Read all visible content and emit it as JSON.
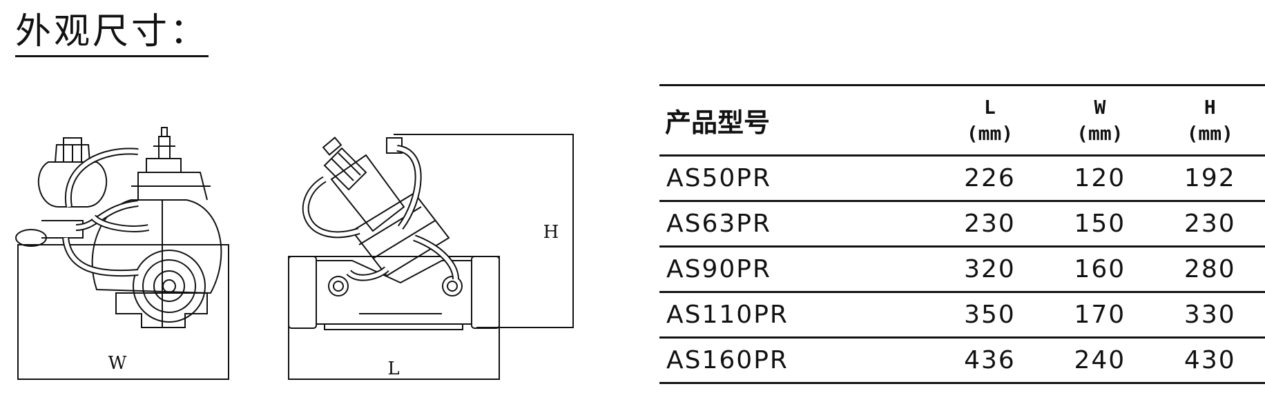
{
  "title": "外观尺寸：",
  "drawings": {
    "front_label": "W",
    "side_length_label": "L",
    "side_height_label": "H"
  },
  "table": {
    "headers": {
      "model": "产品型号",
      "L": "L",
      "W": "W",
      "H": "H",
      "unit": "(mm)"
    },
    "rows": [
      {
        "model": "AS50PR",
        "L": "226",
        "W": "120",
        "H": "192"
      },
      {
        "model": "AS63PR",
        "L": "230",
        "W": "150",
        "H": "230"
      },
      {
        "model": "AS90PR",
        "L": "320",
        "W": "160",
        "H": "280"
      },
      {
        "model": "AS110PR",
        "L": "350",
        "W": "170",
        "H": "330"
      },
      {
        "model": "AS160PR",
        "L": "436",
        "W": "240",
        "H": "430"
      }
    ]
  }
}
